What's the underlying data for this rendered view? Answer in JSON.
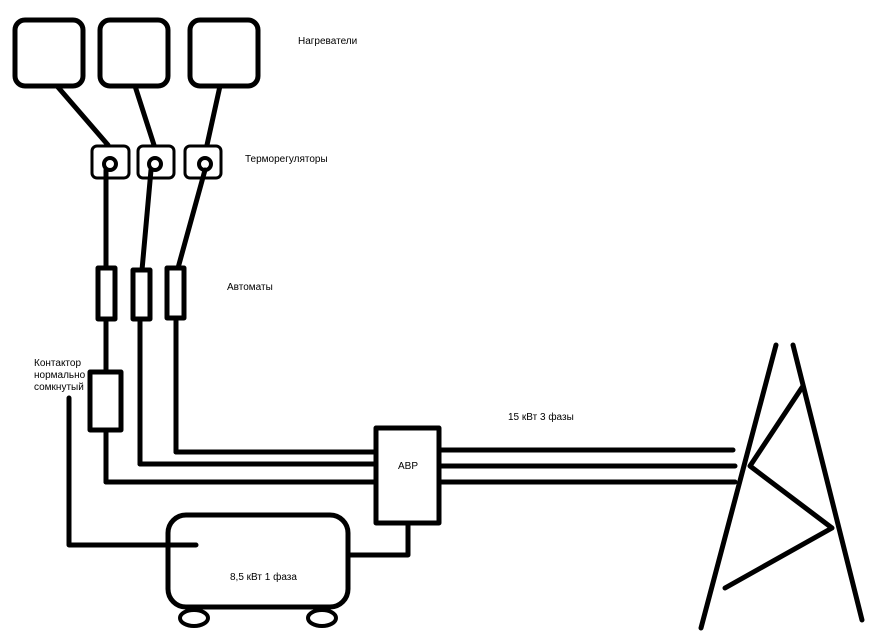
{
  "labels": {
    "heaters": "Нагреватели",
    "thermostats": "Терморегуляторы",
    "breakers": "Автоматы",
    "contactor_line1": "Контактор",
    "contactor_line2": "нормально",
    "contactor_line3": "сомкнутый",
    "power_line": "15 кВт 3 фазы",
    "avr": "АВР",
    "generator": "8,5 кВт 1 фаза"
  },
  "colors": {
    "line": "#000000",
    "background": "#ffffff"
  }
}
